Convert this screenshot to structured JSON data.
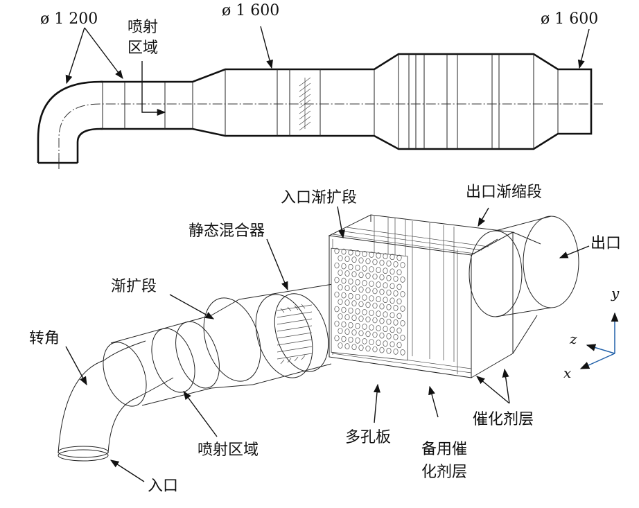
{
  "top_view": {
    "dim_elbow": "ø 1 200",
    "dim_mid": "ø 1 600",
    "dim_outlet": "ø 1 600",
    "spray_zone_line1": "喷射",
    "spray_zone_line2": "区域"
  },
  "iso_view": {
    "inlet_diffuser": "入口渐扩段",
    "outlet_reducer": "出口渐缩段",
    "static_mixer": "静态混合器",
    "outlet": "出口",
    "diffuser": "渐扩段",
    "elbow": "转角",
    "spray_zone": "喷射区域",
    "perforated_plate": "多孔板",
    "spare_catalyst_line1": "备用催",
    "spare_catalyst_line2": "化剂层",
    "catalyst_layer": "催化剂层",
    "inlet": "入口"
  },
  "axes": {
    "y": "y",
    "z": "z",
    "x": "x"
  },
  "colors": {
    "line": "#222222",
    "axis_accent": "#1f5fa8"
  }
}
